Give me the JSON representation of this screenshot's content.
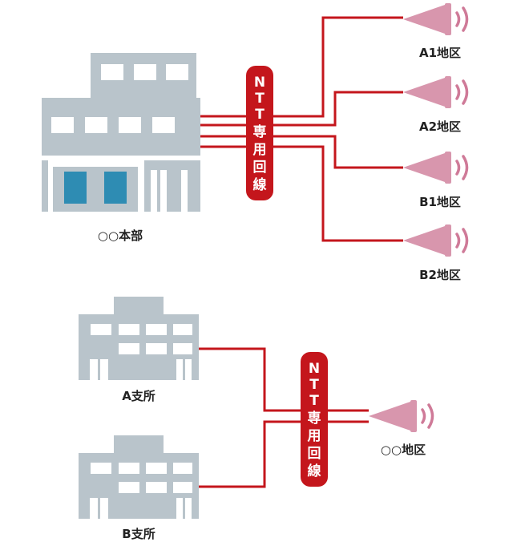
{
  "colors": {
    "line_red": "#c4161c",
    "badge_red": "#c4161c",
    "building_gray": "#b9c4cb",
    "window_white": "#ffffff",
    "door_blue": "#2e8cb3",
    "speaker_pink": "#d896ad",
    "wave_pink": "#cf7a98"
  },
  "top": {
    "building_label": "○○本部",
    "line_badge": [
      "N",
      "T",
      "T",
      "専",
      "用",
      "回",
      "線"
    ],
    "areas": [
      {
        "label": "A1地区",
        "icon": "loudspeaker-icon"
      },
      {
        "label": "A2地区",
        "icon": "loudspeaker-icon"
      },
      {
        "label": "B1地区",
        "icon": "loudspeaker-icon"
      },
      {
        "label": "B2地区",
        "icon": "loudspeaker-icon"
      }
    ]
  },
  "bottom": {
    "branches": [
      {
        "label": "A支所",
        "icon": "building-icon"
      },
      {
        "label": "B支所",
        "icon": "building-icon"
      }
    ],
    "line_badge": [
      "N",
      "T",
      "T",
      "専",
      "用",
      "回",
      "線"
    ],
    "area": {
      "label": "○○地区",
      "icon": "loudspeaker-icon"
    }
  }
}
